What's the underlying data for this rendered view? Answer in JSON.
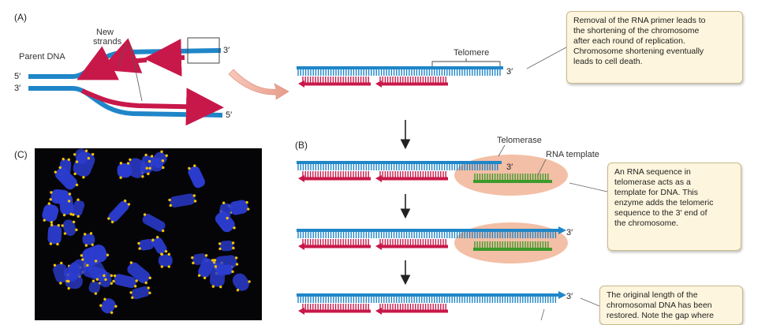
{
  "panels": {
    "a": "(A)",
    "b": "(B)",
    "c": "(C)"
  },
  "panel_a": {
    "new_strands": [
      "New",
      "strands"
    ],
    "parent_dna": "Parent DNA",
    "end_5_top": "5′",
    "end_3_top": "3′",
    "end_3_boxed": "3′",
    "end_5_bottom": "5′"
  },
  "panel_a_zoom": {
    "telomere": "Telomere",
    "end_3": "3′"
  },
  "callouts": {
    "primer_removal": [
      "Removal of the RNA primer leads to",
      "the shortening of the chromosome",
      "after each round of replication.",
      "Chromosome shortening eventually",
      "leads to cell death."
    ],
    "rna_template": [
      "An RNA sequence in",
      "telomerase acts as a",
      "template for DNA. This",
      "enzyme adds the telomeric",
      "sequence to the 3′ end of",
      "the chromosome."
    ],
    "restored": [
      "The original length of the",
      "chromosomal DNA has been",
      "restored. Note the gap where"
    ]
  },
  "panel_b": {
    "telomerase": "Telomerase",
    "rna_template": "RNA template",
    "end_3_step1": "3′",
    "end_3_step2": "3′",
    "end_3_step3": "3′"
  },
  "colors": {
    "dna_blue": "#1f86c8",
    "new_strand_red": "#c8184a",
    "rna_green": "#3c9a2b",
    "telomerase_peach": "#f2b89c",
    "callout_fill": "#fdf5dd",
    "chromosome_blue": "#2b3ccf",
    "telomere_spot": "#f5c400"
  }
}
